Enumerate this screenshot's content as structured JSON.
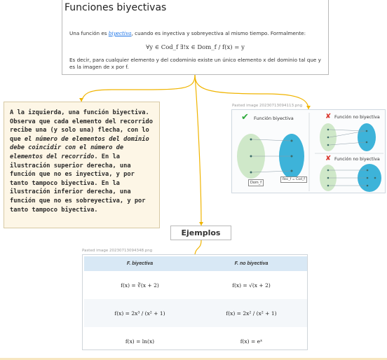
{
  "top_node": {
    "title": "Funciones biyectivas",
    "intro_before": "Una función es ",
    "intro_highlight": "biyectiva",
    "intro_after": ", cuando es inyectiva y sobreyectiva al mismo tiempo. Formalmente:",
    "formula": "∀y ∈ Cod_f ∃!x ∈ Dom_f / f(x) = y",
    "explanation": "Es decir, para cualquier elemento y del codominio existe un único elemento x del dominio tal que y es la imagen de x por f."
  },
  "left_node": {
    "part1": "A la izquierda, una función biyectiva. Observa que cada elemento del recorrido recibe una (y solo una) flecha, con lo que ",
    "emph": "el número de elementos del dominio debe coincidir con el número de elementos del recorrido",
    "part2": ". En la ilustración superior derecha, una función que no es inyectiva, y por tanto tampoco biyectiva. En la ilustración inferior derecha, una función que no es sobreyectiva, y por tanto tampoco biyectiva."
  },
  "right_image": {
    "caption": "Pasted image 20230713094113.png",
    "label_biyectiva": "Función biyectiva",
    "label_no_biyectiva": "Función no biyectiva",
    "dom_label": "Dom_f",
    "rec_label": "Rec_f = Cod_f",
    "tick_icon": "check-icon",
    "cross_icon": "cross-icon"
  },
  "ejemplos": {
    "label": "Ejemplos"
  },
  "table_image": {
    "caption": "Pasted image 20230713094348.png",
    "headers": [
      "F. biyectiva",
      "F. no biyectiva"
    ],
    "rows": [
      [
        "f(x) = ∛(x + 2)",
        "f(x) = √(x + 2)"
      ],
      [
        "f(x) = 2x³ / (x² + 1)",
        "f(x) = 2x² / (x² + 1)"
      ],
      [
        "f(x) = ln(x)",
        "f(x) = eˣ"
      ]
    ]
  },
  "colors": {
    "connector": "#f0b400",
    "left_node_bg": "#fdf6e6",
    "highlight": "#1a73e8",
    "ellipse_green": "#cfe8c9",
    "ellipse_blue": "#3db3d9",
    "table_header_bg": "#d8e8f5"
  }
}
